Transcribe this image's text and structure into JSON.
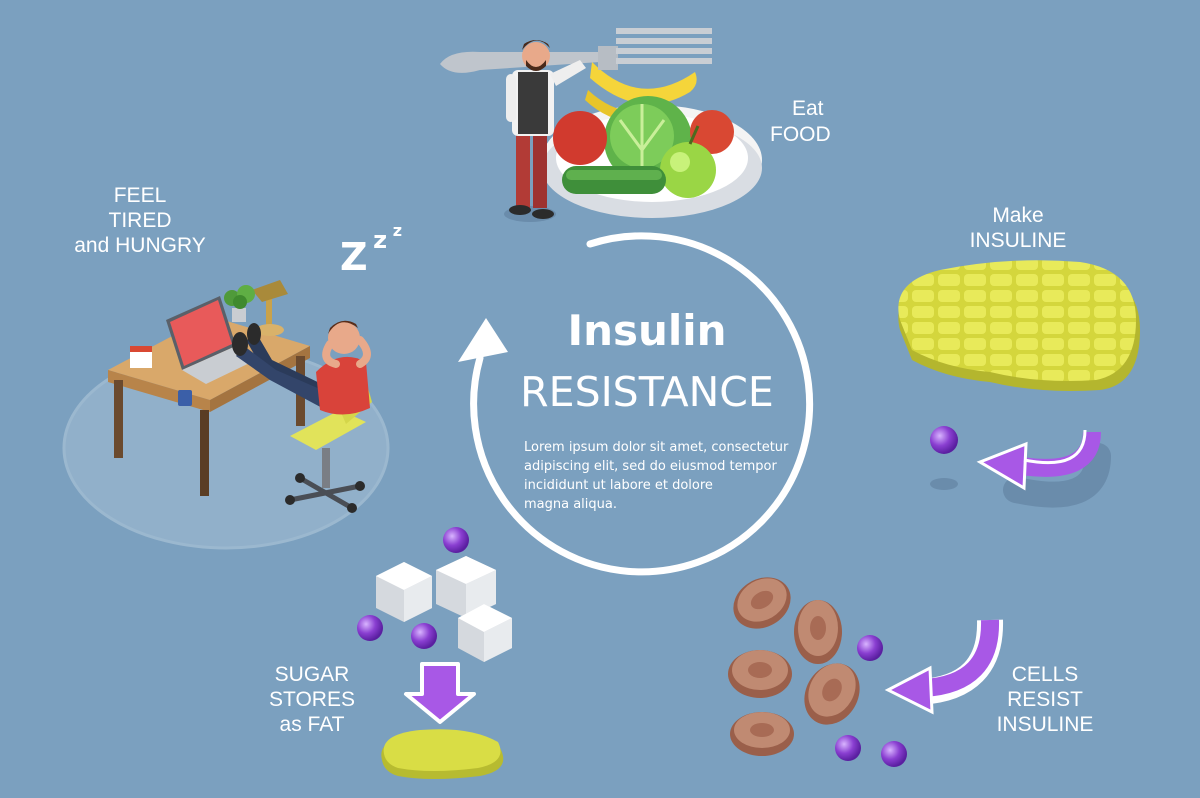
{
  "center": {
    "title": "Insulin",
    "subtitle": "RESISTANCE",
    "body_lines": [
      "Lorem ipsum dolor sit amet, consectetur",
      "adipiscing elit, sed do eiusmod tempor",
      "incididunt ut labore et dolore",
      "magna aliqua."
    ]
  },
  "steps": {
    "eat": [
      "Eat",
      "FOOD"
    ],
    "make": [
      "Make",
      "INSULINE"
    ],
    "resist": [
      "CELLS",
      "RESIST",
      "INSULINE"
    ],
    "sugar": [
      "SUGAR",
      "STORES",
      "as FAT"
    ],
    "tired": [
      "FEEL",
      "TIRED",
      "and HUNGRY"
    ]
  },
  "sleep_text": [
    "Z",
    "z",
    "z"
  ],
  "colors": {
    "background": "#7ba0bf",
    "cycle_arrow": "#ffffff",
    "insulin_molecule": "#8a3fd1",
    "pancreas": "#dfe04a",
    "cells": "#b97a63",
    "fat": "#d9dd45",
    "sugar_cube": "#f2f2f2",
    "arrow_purple": "#a858e6"
  },
  "icons": [
    "fork-icon",
    "food-plate-icon",
    "pancreas-icon",
    "insulin-molecule-icon",
    "cell-icon",
    "sugar-cube-icon",
    "fat-blob-icon",
    "desk-icon",
    "laptop-icon",
    "person-icon"
  ]
}
